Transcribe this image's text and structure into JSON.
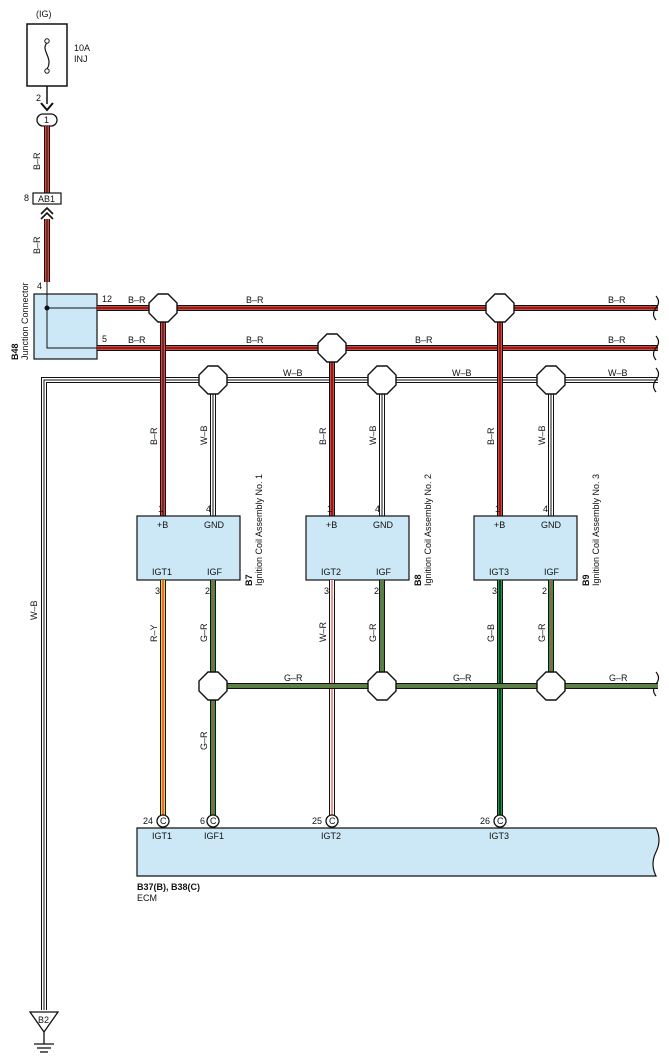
{
  "power": {
    "source": "(IG)",
    "fuse_rating": "10A",
    "fuse_name": "INJ",
    "pin": "2",
    "connector_circle": "1"
  },
  "ab1": {
    "label": "AB1",
    "pin": "8"
  },
  "wires": {
    "b_r": "B–R",
    "w_b": "W–B",
    "g_r": "G–R",
    "r_y": "R–Y",
    "w_r": "W–R",
    "g_b": "G–B"
  },
  "junction": {
    "code": "B48",
    "name": "Junction Connector",
    "pin_in": "4",
    "pin_out_top": "12",
    "pin_out_bottom": "5"
  },
  "coils": [
    {
      "code": "B7",
      "name": "Ignition Coil Assembly No. 1",
      "pin_b": "1",
      "pin_gnd": "4",
      "pin_igt": "3",
      "pin_igf": "2",
      "lbl_b": "+B",
      "lbl_gnd": "GND",
      "lbl_igt": "IGT1",
      "lbl_igf": "IGF",
      "wire_igt": "R–Y"
    },
    {
      "code": "B8",
      "name": "Ignition Coil Assembly No. 2",
      "pin_b": "1",
      "pin_gnd": "4",
      "pin_igt": "3",
      "pin_igf": "2",
      "lbl_b": "+B",
      "lbl_gnd": "GND",
      "lbl_igt": "IGT2",
      "lbl_igf": "IGF",
      "wire_igt": "W–R"
    },
    {
      "code": "B9",
      "name": "Ignition Coil Assembly No. 3",
      "pin_b": "1",
      "pin_gnd": "4",
      "pin_igt": "3",
      "pin_igf": "2",
      "lbl_b": "+B",
      "lbl_gnd": "GND",
      "lbl_igt": "IGT3",
      "lbl_igf": "IGF",
      "wire_igt": "G–B"
    }
  ],
  "ecm": {
    "codes": "B37(B), B38(C)",
    "name": "ECM",
    "terminals": [
      {
        "pin": "24",
        "conn": "C",
        "label": "IGT1"
      },
      {
        "pin": "6",
        "conn": "C",
        "label": "IGF1"
      },
      {
        "pin": "25",
        "conn": "C",
        "label": "IGT2"
      },
      {
        "pin": "26",
        "conn": "C",
        "label": "IGT3"
      }
    ]
  },
  "ground": {
    "label": "B2"
  }
}
